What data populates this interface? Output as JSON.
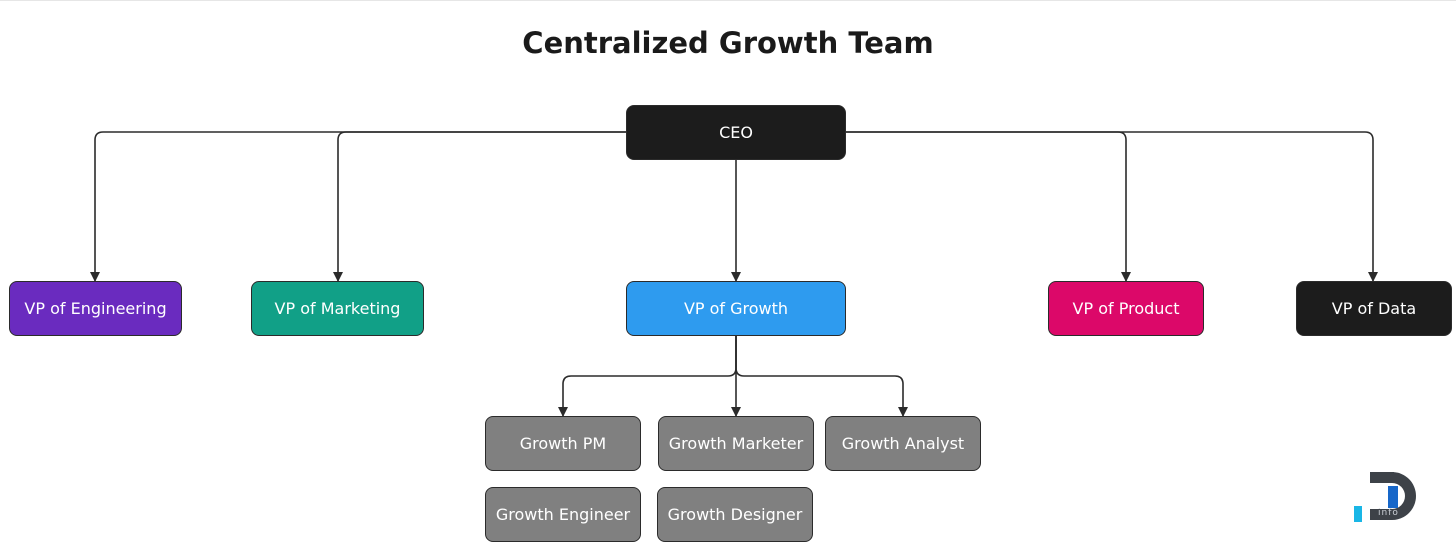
{
  "title": "Centralized Growth Team",
  "nodes": {
    "ceo": {
      "label": "CEO",
      "color": "#1c1c1c"
    },
    "vp_engineering": {
      "label": "VP of Engineering",
      "color": "#6a2bbf"
    },
    "vp_marketing": {
      "label": "VP of Marketing",
      "color": "#11a087"
    },
    "vp_growth": {
      "label": "VP of Growth",
      "color": "#2e9bef"
    },
    "vp_product": {
      "label": "VP of Product",
      "color": "#dc0869"
    },
    "vp_data": {
      "label": "VP of Data",
      "color": "#1c1c1c"
    },
    "growth_pm": {
      "label": "Growth PM",
      "color": "#808080"
    },
    "growth_marketer": {
      "label": "Growth Marketer",
      "color": "#808080"
    },
    "growth_analyst": {
      "label": "Growth Analyst",
      "color": "#808080"
    },
    "growth_engineer": {
      "label": "Growth Engineer",
      "color": "#808080"
    },
    "growth_designer": {
      "label": "Growth Designer",
      "color": "#808080"
    }
  },
  "edges": [
    [
      "ceo",
      "vp_engineering"
    ],
    [
      "ceo",
      "vp_marketing"
    ],
    [
      "ceo",
      "vp_growth"
    ],
    [
      "ceo",
      "vp_product"
    ],
    [
      "ceo",
      "vp_data"
    ],
    [
      "vp_growth",
      "growth_pm"
    ],
    [
      "vp_growth",
      "growth_marketer"
    ],
    [
      "vp_growth",
      "growth_analyst"
    ]
  ],
  "logo": {
    "text": "info"
  }
}
